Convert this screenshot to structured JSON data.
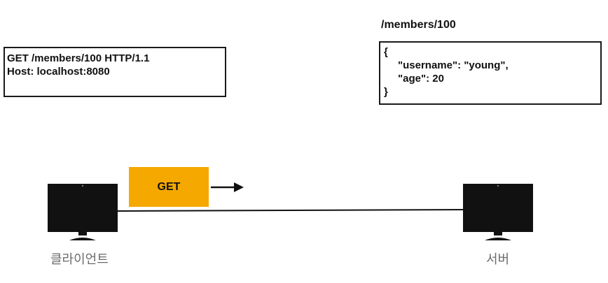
{
  "request": {
    "lines": [
      "GET /members/100 HTTP/1.1",
      "Host: localhost:8080"
    ]
  },
  "response": {
    "title": "/members/100",
    "open_brace": "{",
    "username_line": "\"username\": \"young\",",
    "age_line": "\"age\": 20",
    "close_brace": "}"
  },
  "method_badge": {
    "label": "GET",
    "color": "#f5a800"
  },
  "nodes": {
    "client_label": "클라이언트",
    "server_label": "서버",
    "client_icon": "monitor-icon",
    "server_icon": "monitor-icon"
  },
  "arrow": {
    "direction": "client-to-server"
  }
}
